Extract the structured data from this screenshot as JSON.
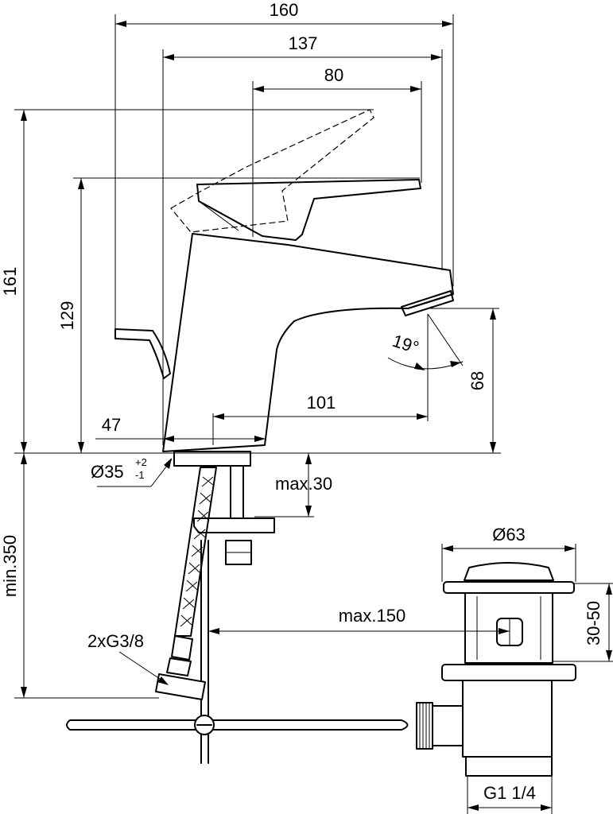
{
  "dimensions": {
    "width_total": "160",
    "width_spout": "137",
    "width_lever": "80",
    "height_total": "161",
    "height_body": "129",
    "reach": "101",
    "base_width": "47",
    "spout_height": "68",
    "angle": "19°",
    "bore_diameter": "Ø35",
    "bore_tol_upper": "+2",
    "bore_tol_lower": "-1",
    "max_thickness": "max.30",
    "min_hose": "min.350",
    "max_rod": "max.150",
    "connection": "2xG3/8",
    "waste_diameter": "Ø63",
    "waste_height": "30-50",
    "waste_thread": "G1 1/4"
  }
}
